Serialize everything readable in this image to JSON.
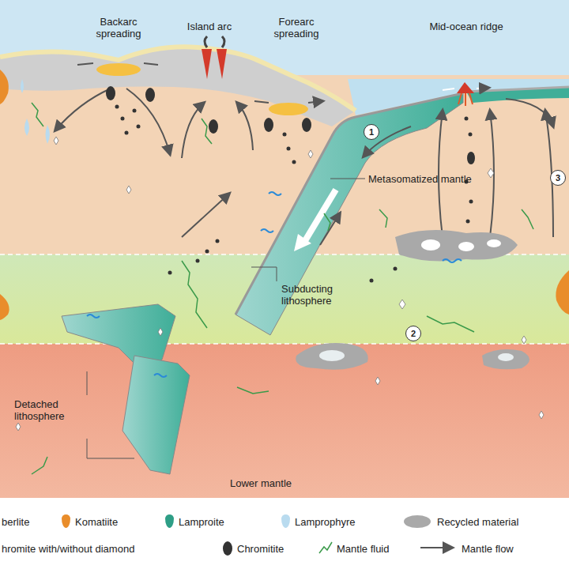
{
  "diagram": {
    "nodes": [
      {
        "text": [
          "1"
        ]
      },
      {
        "text": [
          "2"
        ]
      },
      {
        "text": [
          "3"
        ]
      }
    ],
    "labels": [
      "Backarc spreading",
      "Island arc",
      "Forearc spreading",
      "Mid-ocean ridge",
      "Metasomatized mantle",
      "Subducting lithosphere",
      "Detached lithosphere",
      "Lower mantle"
    ],
    "legend": [
      {
        "text": "berlite"
      },
      {
        "text": "Komatiite",
        "color": "#e98d2b"
      },
      {
        "text": "Lamproite",
        "color": "#2e9e86"
      },
      {
        "text": "Lamprophyre",
        "color": "#b9dbef"
      },
      {
        "text": "Recycled material",
        "color": "#a9a9a9"
      },
      {
        "text": "hromite with/without diamond"
      },
      {
        "text": "Chromitite"
      },
      {
        "text": "Mantle fluid"
      },
      {
        "text": "Mantle flow"
      }
    ]
  }
}
